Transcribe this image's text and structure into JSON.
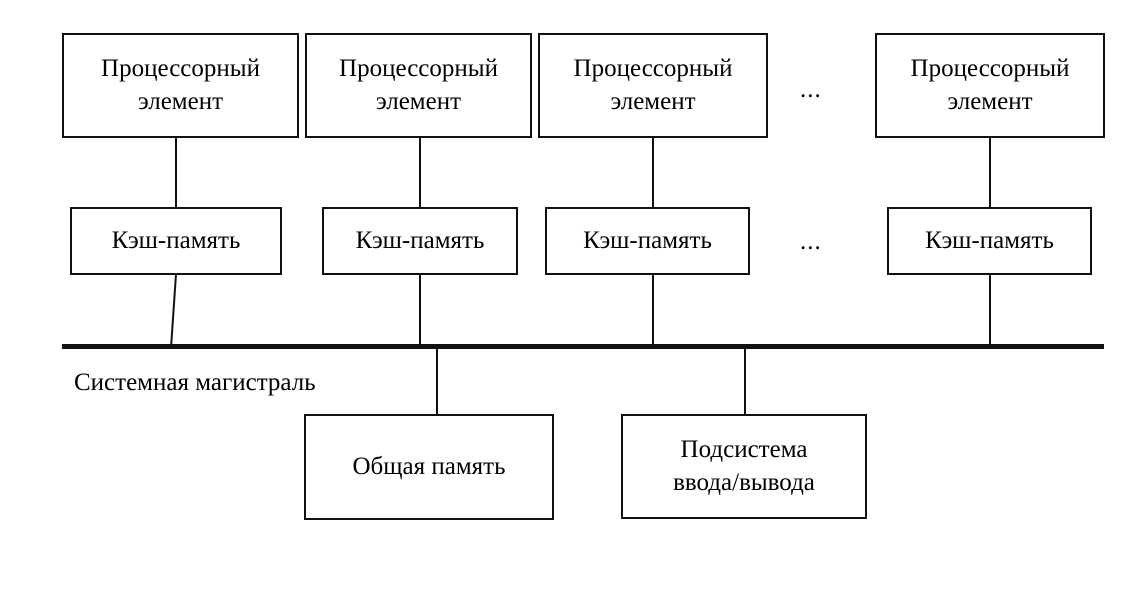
{
  "diagram": {
    "title_text": "",
    "colors": {
      "stroke": "#111111",
      "background": "#ffffff",
      "text": "#000000"
    },
    "processor_elements": [
      {
        "line1": "Процессорный",
        "line2": "элемент"
      },
      {
        "line1": "Процессорный",
        "line2": "элемент"
      },
      {
        "line1": "Процессорный",
        "line2": "элемент"
      },
      {
        "line1": "Процессорный",
        "line2": "элемент"
      }
    ],
    "cache_memories": [
      {
        "label": "Кэш-память"
      },
      {
        "label": "Кэш-память"
      },
      {
        "label": "Кэш-память"
      },
      {
        "label": "Кэш-память"
      }
    ],
    "ellipses": [
      {
        "text": "...",
        "row": "processor-row"
      },
      {
        "text": "...",
        "row": "cache-row"
      }
    ],
    "bus": {
      "label": "Системная магистраль"
    },
    "peripherals": [
      {
        "line1": "Общая память",
        "line2": ""
      },
      {
        "line1": "Подсистема",
        "line2": "ввода/вывода"
      }
    ]
  }
}
